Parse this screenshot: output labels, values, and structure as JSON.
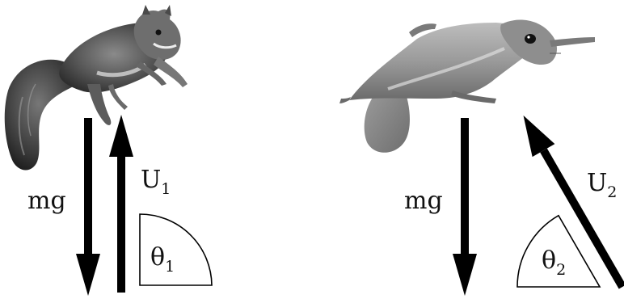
{
  "panels": [
    {
      "animal": "squirrel",
      "weight_label": "mg",
      "lift_symbol": "U",
      "lift_subscript": "1",
      "angle_symbol": "θ",
      "angle_subscript": "1",
      "angle_degrees": 90
    },
    {
      "animal": "flying-squirrel",
      "weight_label": "mg",
      "lift_symbol": "U",
      "lift_subscript": "2",
      "angle_symbol": "θ",
      "angle_subscript": "2",
      "angle_degrees": 60
    }
  ],
  "colors": {
    "arrow": "#000000",
    "squirrel_fur": "#5a5a5a",
    "flying_squirrel_fur": "#8c8c8c",
    "background": "#ffffff"
  }
}
